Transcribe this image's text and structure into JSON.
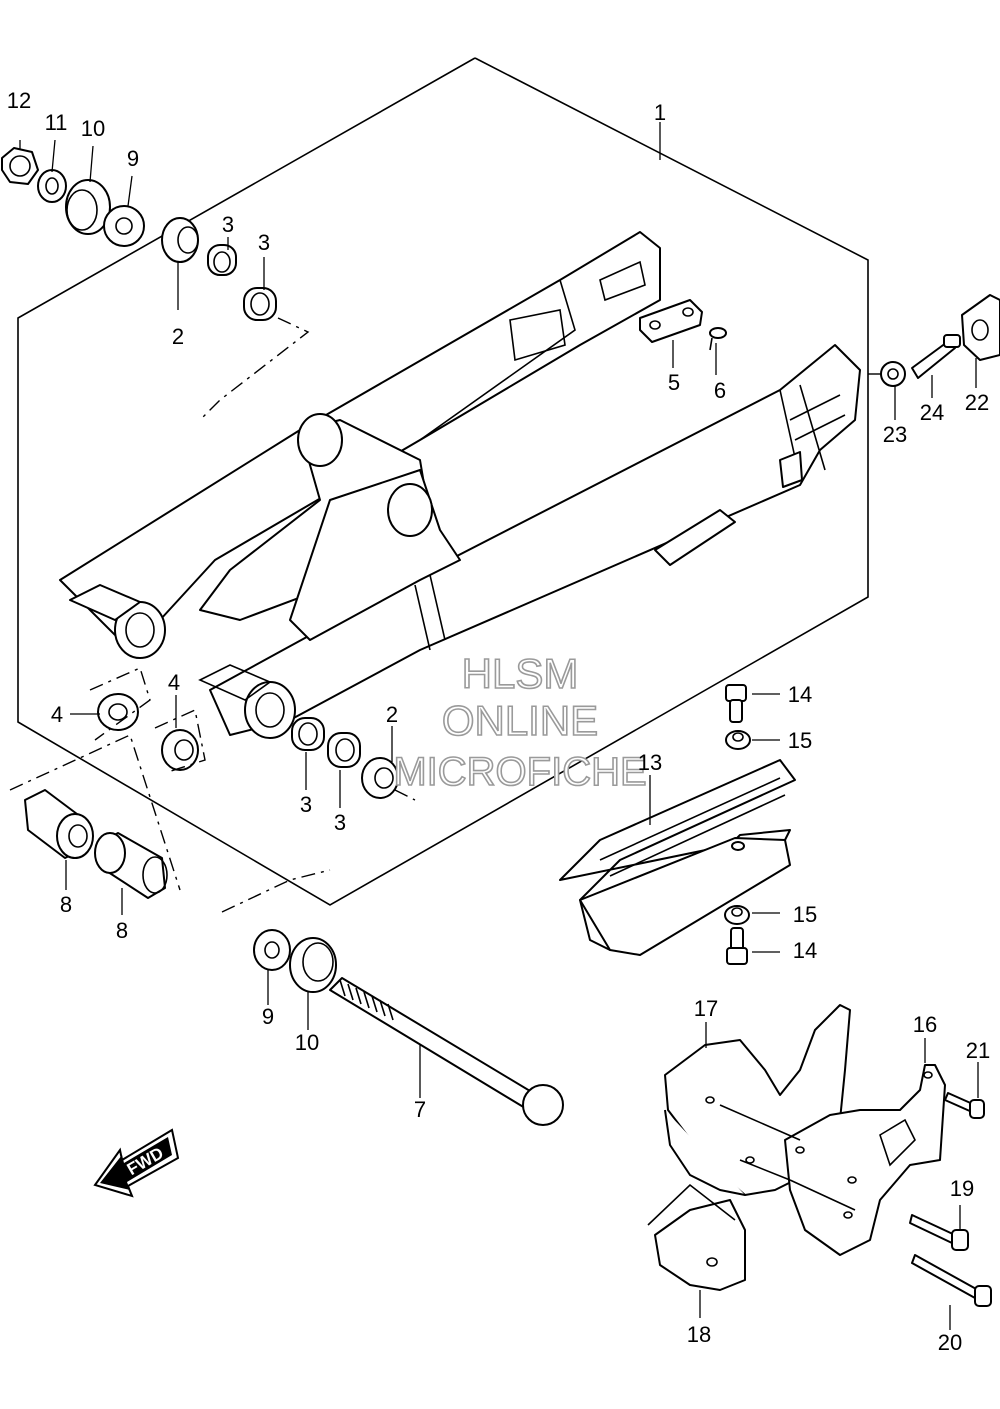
{
  "watermark": {
    "line1": "HLSM",
    "line2": "ONLINE",
    "line3": "MICROFICHE"
  },
  "fwd_label": "FWD",
  "callouts": {
    "c1": "1",
    "c2a": "2",
    "c2b": "2",
    "c3a": "3",
    "c3b": "3",
    "c3c": "3",
    "c3d": "3",
    "c4a": "4",
    "c4b": "4",
    "c5": "5",
    "c6": "6",
    "c7": "7",
    "c8a": "8",
    "c8b": "8",
    "c9a": "9",
    "c9b": "9",
    "c10a": "10",
    "c10b": "10",
    "c11": "11",
    "c12": "12",
    "c13": "13",
    "c14a": "14",
    "c14b": "14",
    "c15a": "15",
    "c15b": "15",
    "c16": "16",
    "c17": "17",
    "c18": "18",
    "c19": "19",
    "c20": "20",
    "c21": "21",
    "c22": "22",
    "c23": "23",
    "c24": "24"
  }
}
